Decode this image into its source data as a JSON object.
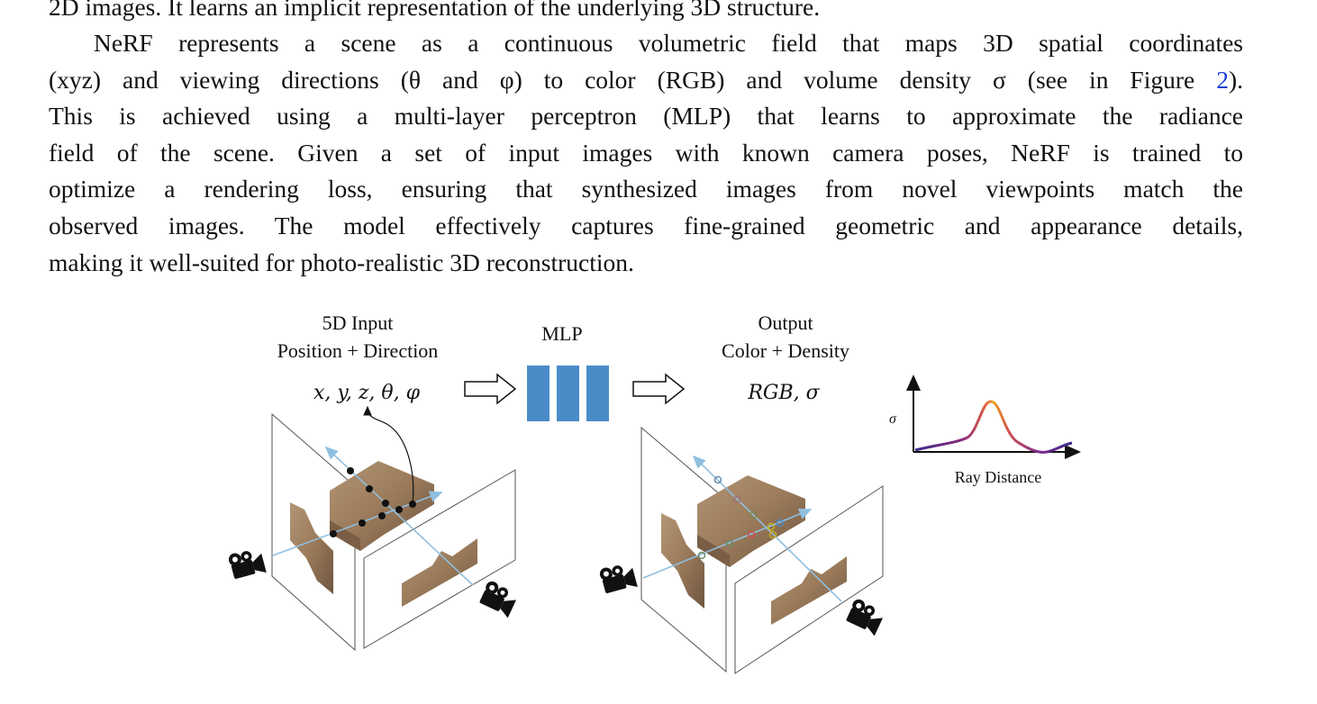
{
  "paragraph_top": {
    "line1": "2D images. It learns an implicit representation of the underlying 3D structure."
  },
  "paragraph_main": {
    "line1": "NeRF represents a scene as a continuous volumetric field that maps 3D spatial coordinates",
    "line2_a": "(xyz) and viewing directions (θ and φ) to color (RGB) and volume density σ (see in Figure ",
    "line2_ref": "2",
    "line2_b": ").",
    "line3": "This is achieved using a multi-layer perceptron (MLP) that learns to approximate the radiance",
    "line4": "field of the scene. Given a set of input images with known camera poses, NeRF is trained to",
    "line5": "optimize a rendering loss, ensuring that synthesized images from novel viewpoints match the",
    "line6": "observed images. The model effectively captures fine-grained geometric and appearance details,",
    "line7": "making it well-suited for photo-realistic 3D reconstruction."
  },
  "figure": {
    "input_title_1": "5D Input",
    "input_title_2": "Position + Direction",
    "input_formula": "x, y, z, θ, φ",
    "mlp_label": "MLP",
    "output_title_1": "Output",
    "output_title_2": "Color + Density",
    "output_formula": "RGB, σ",
    "plot_y_label": "σ",
    "plot_x_label": "Ray Distance",
    "colors": {
      "mlp_block": "#4a8cc8",
      "ray": "#8fbfe0",
      "curve_low": "#3b2a8a",
      "curve_mid": "#c0306a",
      "curve_peak": "#f0a020",
      "terrain": "#9a7a5a"
    }
  }
}
